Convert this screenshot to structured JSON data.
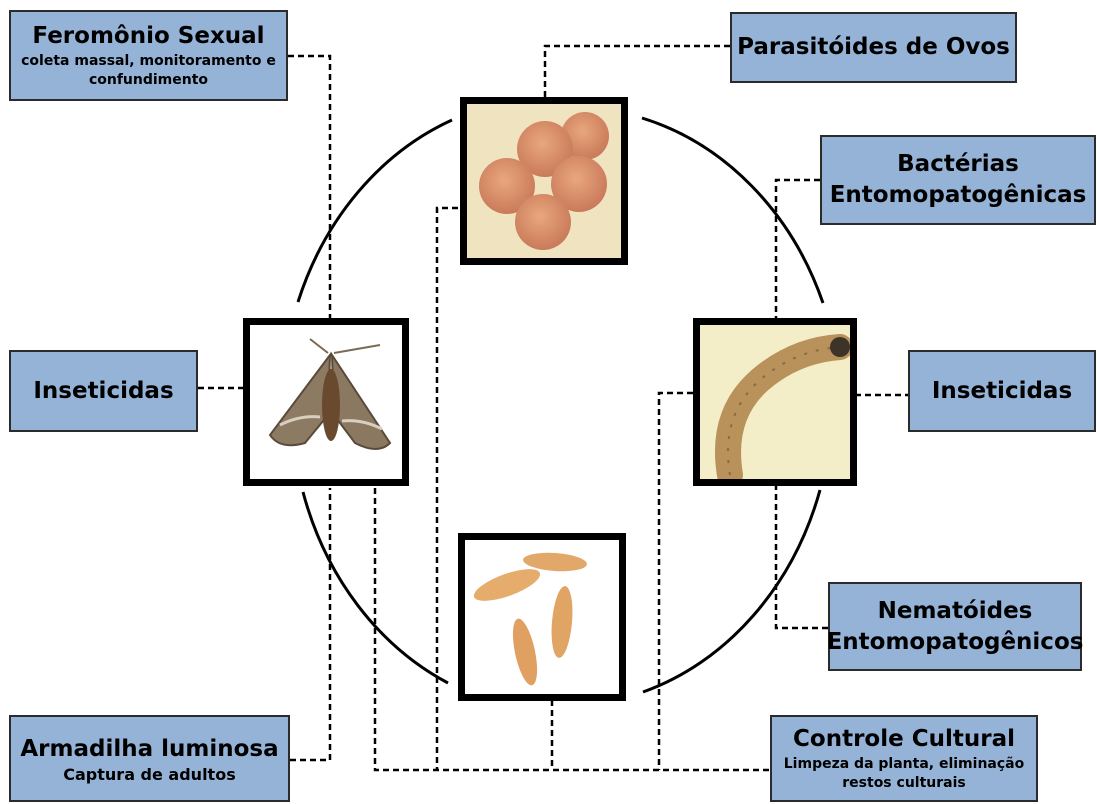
{
  "boxes": {
    "feromonio": {
      "title": "Feromônio Sexual",
      "subtitle_line1": "coleta massal, monitoramento e",
      "subtitle_line2": "confundimento"
    },
    "parasitoides": {
      "title": "Parasitóides de Ovos"
    },
    "bacterias": {
      "title_line1": "Bactérias",
      "title_line2": "Entomopatogênicas"
    },
    "inseticidas_left": {
      "title": "Inseticidas"
    },
    "inseticidas_right": {
      "title": "Inseticidas"
    },
    "nematoides": {
      "title_line1": "Nematóides",
      "title_line2": "Entomopatogênicos"
    },
    "armadilha": {
      "title": "Armadilha luminosa",
      "subtitle": "Captura de adultos"
    },
    "controle": {
      "title": "Controle Cultural",
      "subtitle_line1": "Limpeza da planta, eliminação",
      "subtitle_line2": "restos culturais"
    }
  },
  "images": {
    "eggs": "egg-cluster-photo",
    "moth": "adult-moth-photo",
    "larva": "caterpillar-larva-photo",
    "pupae": "pupae-photo"
  },
  "colors": {
    "box_fill": "#95b3d7",
    "box_border": "#2b2b2b",
    "lines": "#000000"
  }
}
